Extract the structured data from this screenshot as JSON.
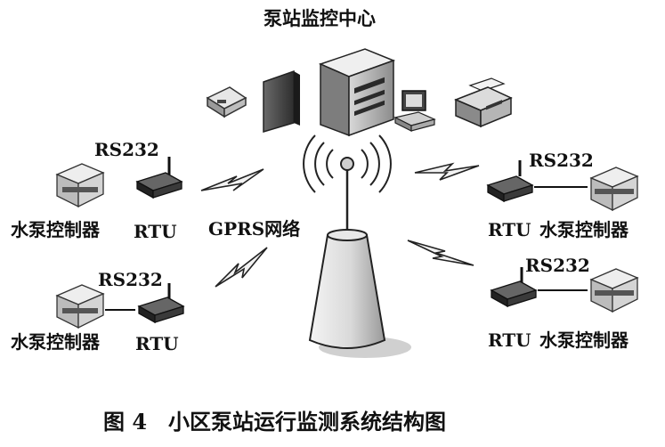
{
  "center_title": "泵站监控中心",
  "network_label": "GPRS网络",
  "caption": "图 4　小区泵站运行监测系统结构图",
  "stations": [
    {
      "interface": "RS232",
      "rtu": "RTU",
      "controller": "水泵控制器"
    },
    {
      "interface": "RS232",
      "rtu": "RTU",
      "controller": "水泵控制器"
    },
    {
      "interface": "RS232",
      "rtu": "RTU",
      "controller": "水泵控制器"
    },
    {
      "interface": "RS232",
      "rtu": "RTU",
      "controller": "水泵控制器"
    }
  ]
}
